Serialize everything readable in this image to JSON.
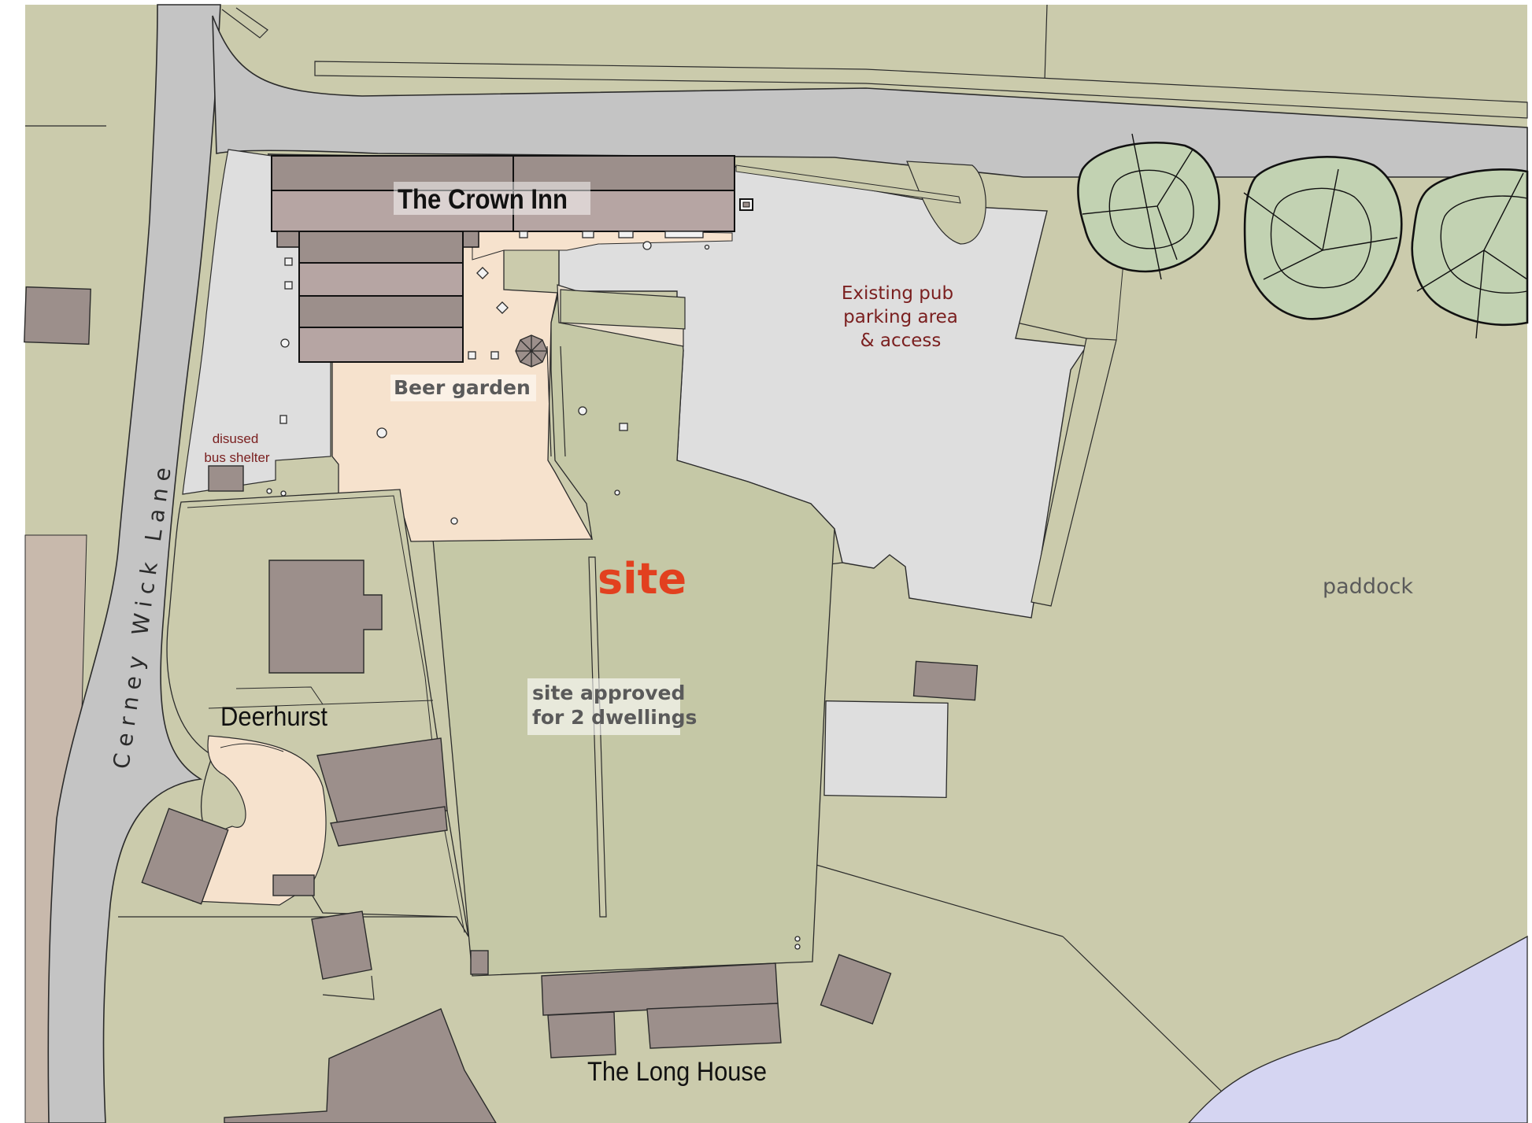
{
  "labels": {
    "crown_inn": "The Crown Inn",
    "pub_parking_line1": "Existing pub",
    "pub_parking_line2": "parking area",
    "pub_parking_line3": "& access",
    "beer_garden": "Beer garden",
    "bus_shelter_line1": "disused",
    "bus_shelter_line2": "bus shelter",
    "site": "site",
    "site_approved_line1": "site approved",
    "site_approved_line2": "for 2 dwellings",
    "paddock": "paddock",
    "deerhurst": "Deerhurst",
    "long_house": "The Long House",
    "road": "Cerney Wick Lane"
  },
  "colors": {
    "land": "#cbcbac",
    "site_land": "#c5c8a6",
    "road": "#c4c4c4",
    "parking": "#dedede",
    "building": "#9c8f8b",
    "inn_roof": "#b6a5a3",
    "garden": "#f6e2cd",
    "tree": "#c2d2b2",
    "water": "#d5d5f2",
    "label_red": "#7a1f1f",
    "site_red": "#e2401f"
  }
}
